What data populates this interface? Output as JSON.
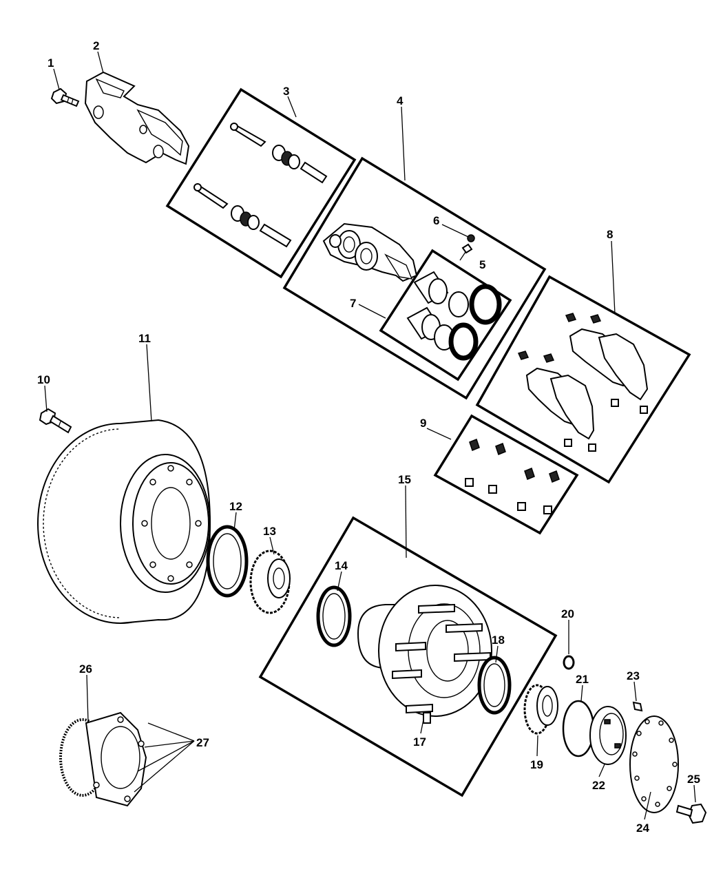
{
  "callouts": {
    "c1": "1",
    "c2": "2",
    "c3": "3",
    "c4": "4",
    "c5": "5",
    "c6": "6",
    "c7": "7",
    "c8": "8",
    "c9": "9",
    "c10": "10",
    "c11": "11",
    "c12": "12",
    "c13": "13",
    "c14": "14",
    "c15": "15",
    "c17": "17",
    "c18": "18",
    "c19": "19",
    "c20": "20",
    "c21": "21",
    "c22": "22",
    "c23": "23",
    "c24": "24",
    "c25": "25",
    "c26": "26",
    "c27": "27"
  }
}
